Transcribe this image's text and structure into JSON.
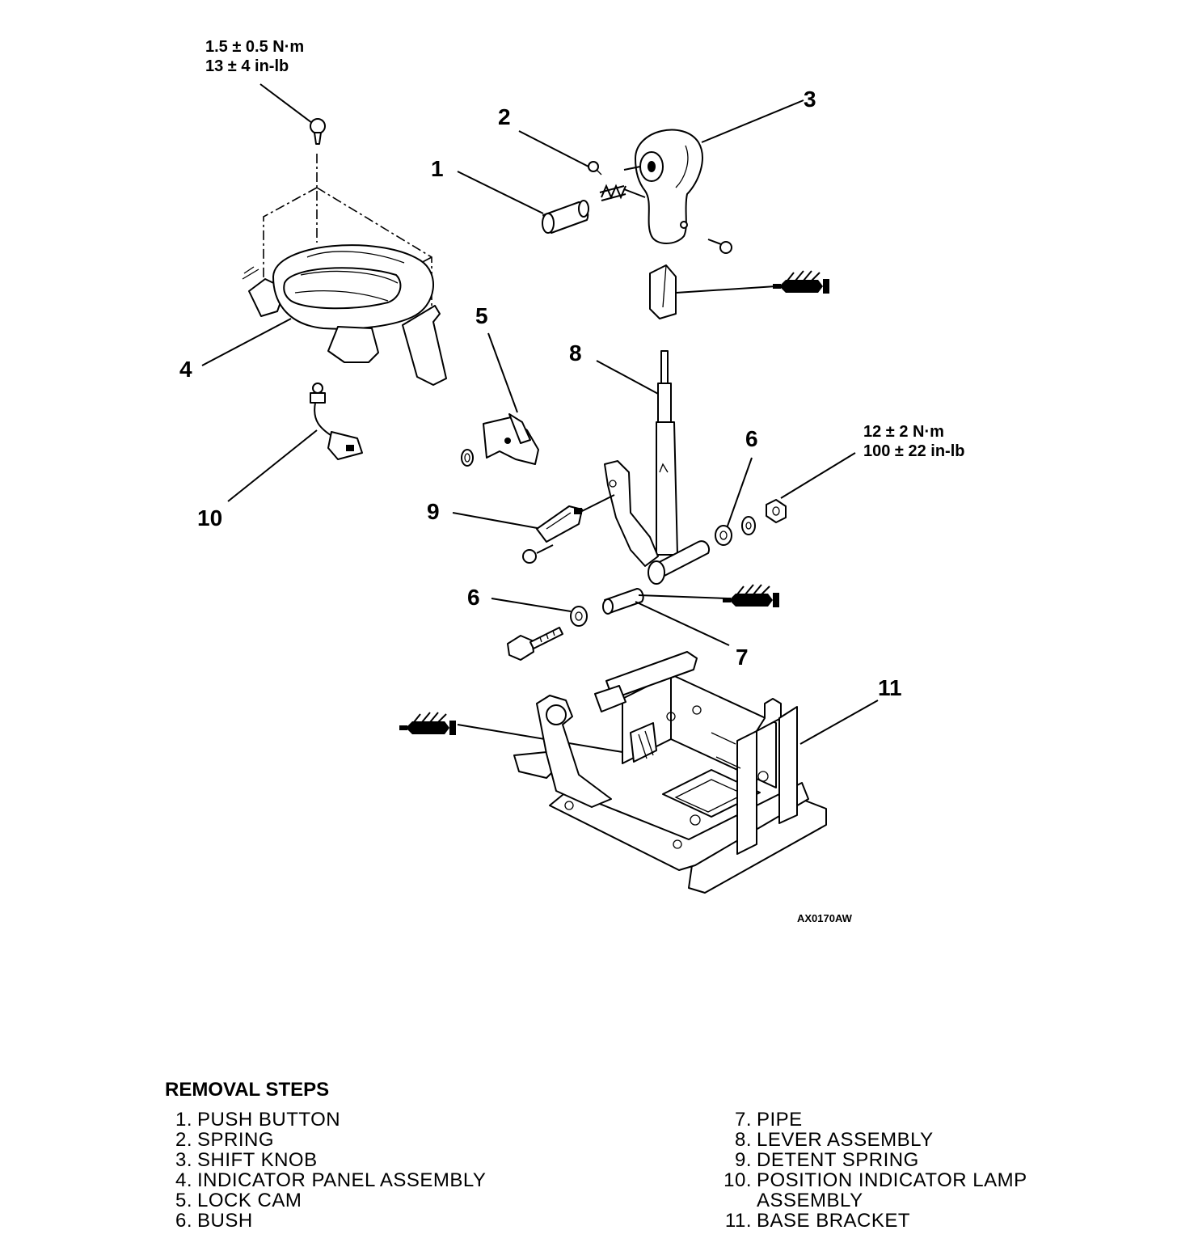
{
  "diagram": {
    "callouts": [
      "1",
      "2",
      "3",
      "4",
      "5",
      "6",
      "6",
      "7",
      "8",
      "9",
      "10",
      "11"
    ],
    "torque_top": {
      "line1": "1.5 ± 0.5 N·m",
      "line2": "13 ± 4 in-lb"
    },
    "torque_right": {
      "line1": "12 ± 2 N·m",
      "line2": "100 ± 22 in-lb"
    },
    "figure_code": "AX0170AW"
  },
  "removal_steps": {
    "title": "REMOVAL STEPS",
    "left": [
      {
        "num": "1.",
        "text": "PUSH BUTTON"
      },
      {
        "num": "2.",
        "text": "SPRING"
      },
      {
        "num": "3.",
        "text": "SHIFT KNOB"
      },
      {
        "num": "4.",
        "text": "INDICATOR PANEL ASSEMBLY"
      },
      {
        "num": "5.",
        "text": "LOCK CAM"
      },
      {
        "num": "6.",
        "text": "BUSH"
      }
    ],
    "right": [
      {
        "num": "7.",
        "text": "PIPE"
      },
      {
        "num": "8.",
        "text": "LEVER ASSEMBLY"
      },
      {
        "num": "9.",
        "text": "DETENT SPRING"
      },
      {
        "num": "10.",
        "text": "POSITION INDICATOR LAMP ASSEMBLY"
      },
      {
        "num": "11.",
        "text": "BASE BRACKET"
      }
    ]
  }
}
